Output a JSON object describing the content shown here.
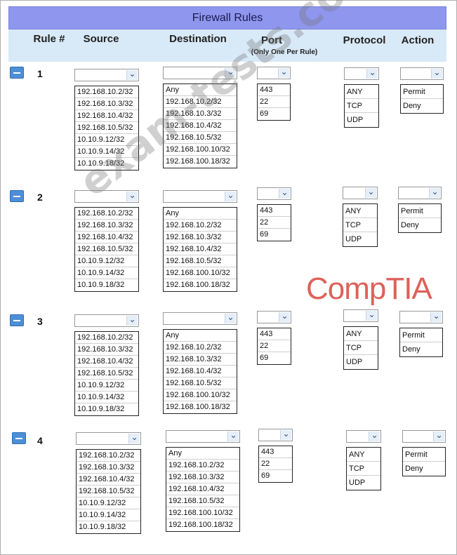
{
  "title": "Firewall Rules",
  "headers": {
    "rule": "Rule #",
    "source": "Source",
    "destination": "Destination",
    "port": "Port",
    "port_sub": "(Only One Per Rule)",
    "protocol": "Protocol",
    "action": "Action"
  },
  "source_options": [
    "192.168.10.2/32",
    "192.168.10.3/32",
    "192.168.10.4/32",
    "192.168.10.5/32",
    "10.10.9.12/32",
    "10.10.9.14/32",
    "10.10.9.18/32"
  ],
  "destination_options": [
    "Any",
    "192.168.10.2/32",
    "192.168.10.3/32",
    "192.168.10.4/32",
    "192.168.10.5/32",
    "192.168.100.10/32",
    "192.168.100.18/32"
  ],
  "port_options": [
    "443",
    "22",
    "69"
  ],
  "protocol_options": [
    "ANY",
    "TCP",
    "UDP"
  ],
  "action_options": [
    "Permit",
    "Deny"
  ],
  "rules": [
    {
      "number": "1",
      "source": "",
      "destination": "",
      "port": "",
      "protocol": "",
      "action": ""
    },
    {
      "number": "2",
      "source": "",
      "destination": "",
      "port": "",
      "protocol": "",
      "action": ""
    },
    {
      "number": "3",
      "source": "",
      "destination": "",
      "port": "",
      "protocol": "",
      "action": ""
    },
    {
      "number": "4",
      "source": "",
      "destination": "",
      "port": "",
      "protocol": "",
      "action": ""
    }
  ],
  "icons": {
    "remove": "minus-icon",
    "dropdown": "chevron-down-icon"
  },
  "colors": {
    "title_bg": "#8f96ee",
    "header_bg": "#d8e9f7",
    "button": "#4d8fd6"
  },
  "watermark": "exam-tests.com",
  "logo": "CompTIA"
}
